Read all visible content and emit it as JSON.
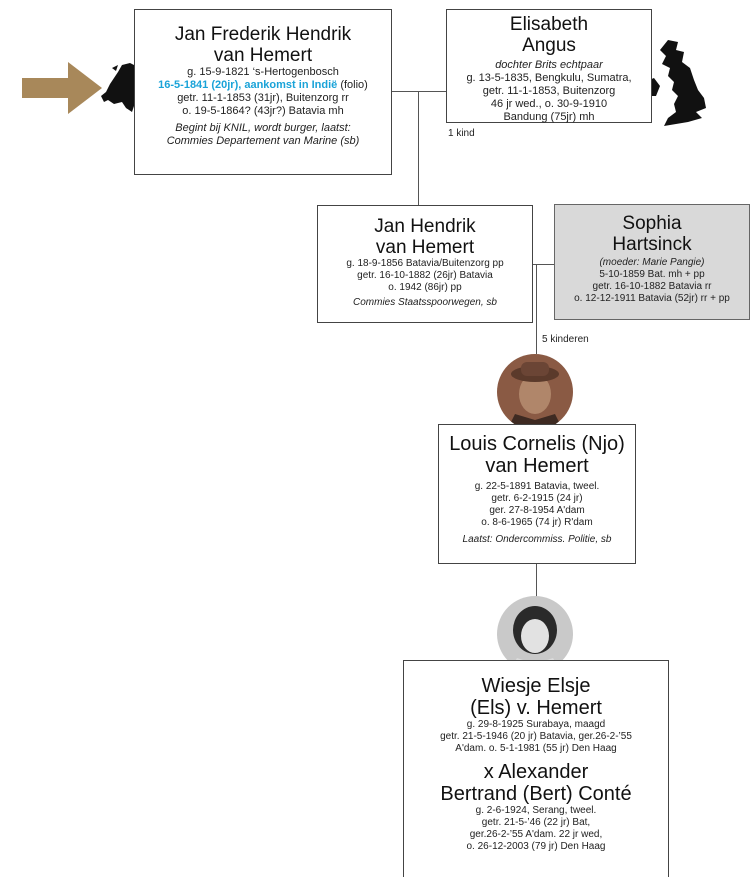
{
  "person1": {
    "name_line1": "Jan Frederik Hendrik",
    "name_line2": "van Hemert",
    "birth": "g. 15-9-1821 ‘s-Hertogenbosch",
    "arrival": "16-5-1841 (20jr), aankomst in Indië",
    "arrival_suffix": " (folio)",
    "married": "getr. 11-1-1853 (31jr), Buitenzorg rr",
    "death": "o. 19-5-1864? (43jr?) Batavia mh",
    "note_line1": "Begint bij KNIL, wordt burger, laatst:",
    "note_line2": "Commies Departement van Marine (sb)"
  },
  "spouse1": {
    "name_line1": "Elisabeth",
    "name_line2": "Angus",
    "subtitle": "dochter Brits echtpaar",
    "birth": "g. 13-5-1835, Bengkulu, Sumatra,",
    "married": "getr. 11-1-1853, Buitenzorg",
    "widow": "46 jr wed., o. 30-9-1910",
    "death": "Bandung (75jr) mh"
  },
  "children_count_1": "1 kind",
  "person2": {
    "name_line1": "Jan Hendrik",
    "name_line2": "van Hemert",
    "birth": "g. 18-9-1856 Batavia/Buitenzorg pp",
    "married": "getr. 16-10-1882 (26jr) Batavia",
    "death": "o. 1942 (86jr) pp",
    "note": "Commies Staatsspoorwegen, sb"
  },
  "spouse2": {
    "name_line1": "Sophia",
    "name_line2": "Hartsinck",
    "subtitle": "(moeder: Marie Pangie)",
    "birth": "5-10-1859 Bat. mh + pp",
    "married": "getr. 16-10-1882 Batavia rr",
    "death": "o. 12-12-1911 Batavia (52jr) rr + pp"
  },
  "children_count_2": "5 kinderen",
  "person3": {
    "name_line1": "Louis Cornelis (Njo)",
    "name_line2": "van Hemert",
    "birth": "g. 22-5-1891 Batavia, tweel.",
    "married": "getr. 6-2-1915 (24 jr)",
    "divorced": "ger. 27-8-1954 A'dam",
    "death": "o. 8-6-1965 (74 jr) R'dam",
    "note": "Laatst: Ondercommiss. Politie, sb"
  },
  "person4": {
    "name_line1": "Wiesje Elsje",
    "name_line2": "(Els) v. Hemert",
    "birth": "g. 29-8-1925 Surabaya, maagd",
    "married": "getr. 21-5-1946 (20 jr) Batavia, ger.26-2-’55",
    "death": "A'dam.  o. 5-1-1981 (55 jr) Den Haag",
    "spouse_line1": "x Alexander",
    "spouse_line2": "Bertrand (Bert) Conté",
    "spouse_birth": "g. 2-6-1924, Serang, tweel.",
    "spouse_married": "getr. 21-5-’46 (22 jr) Bat,",
    "spouse_divorced": "ger.26-2-’55 A'dam. 22 jr wed,",
    "spouse_death": "o. 26-12-2003 (79 jr) Den Haag"
  },
  "colors": {
    "arrow": "#a8885a",
    "highlight": "#1aa3d8",
    "grey_box": "#d9d9d9",
    "map": "#111111"
  },
  "icons": [
    "arrow-right-icon",
    "netherlands-map-icon",
    "britain-map-icon"
  ]
}
